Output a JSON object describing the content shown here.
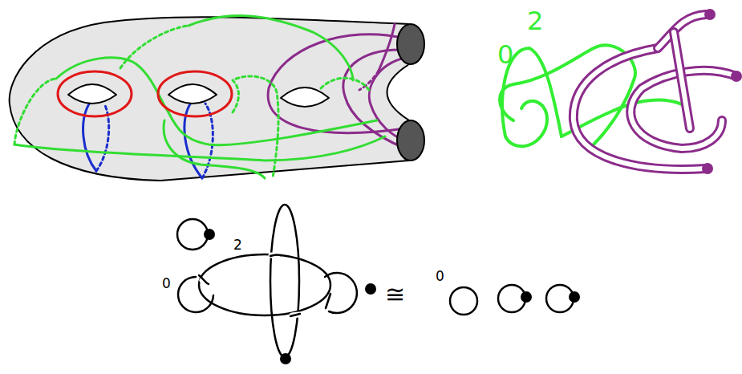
{
  "diagram": {
    "labels": [
      "2",
      "0",
      "2",
      "0",
      "≅",
      "0"
    ]
  }
}
